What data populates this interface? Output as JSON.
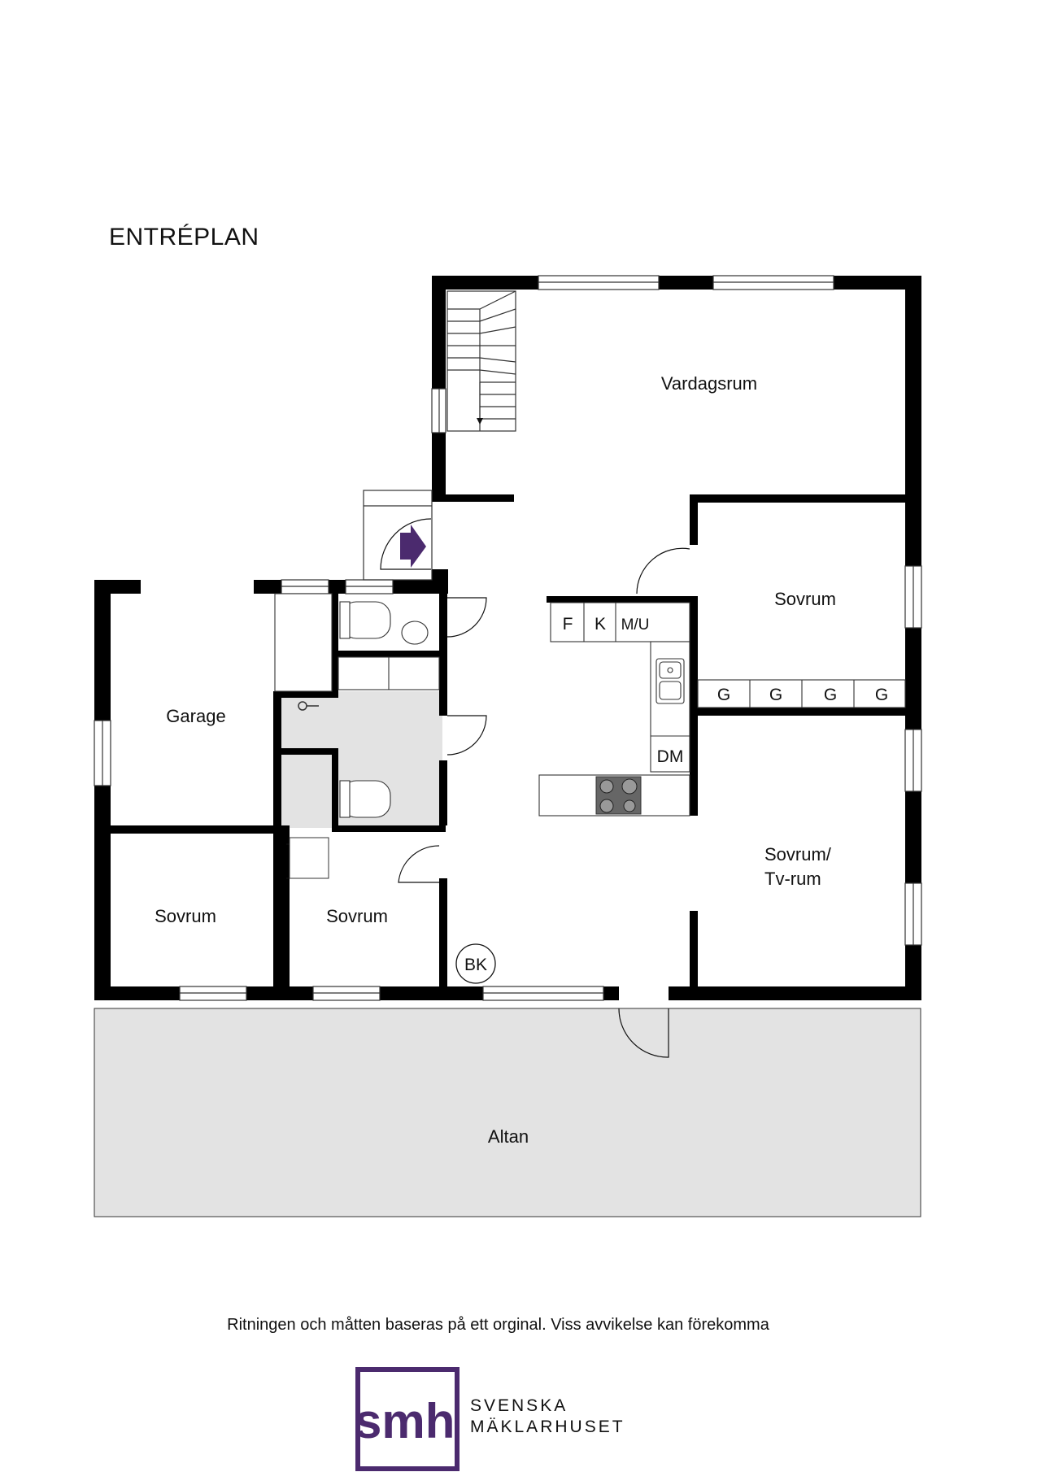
{
  "title": "ENTRÉPLAN",
  "rooms": {
    "vardagsrum": "Vardagsrum",
    "sovrum_ne": "Sovrum",
    "garage": "Garage",
    "sovrum_tv_1": "Sovrum/",
    "sovrum_tv_2": "Tv-rum",
    "sovrum_sw": "Sovrum",
    "sovrum_s": "Sovrum",
    "altan": "Altan"
  },
  "fixtures": {
    "fridge": "F",
    "freezer": "K",
    "micro": "M/U",
    "dishwasher": "DM",
    "wardrobe": "G",
    "boiler": "BK"
  },
  "disclaimer": "Ritningen och måtten baseras på ett orginal. Viss avvikelse kan förekomma",
  "logo": {
    "mark": "smh",
    "line1": "SVENSKA",
    "line2": "MÄKLARHUSET",
    "color": "#4b2a6e"
  },
  "colors": {
    "wall": "#000000",
    "floor_shade": "#e3e3e3",
    "entrance_arrow": "#4b2a6e"
  }
}
